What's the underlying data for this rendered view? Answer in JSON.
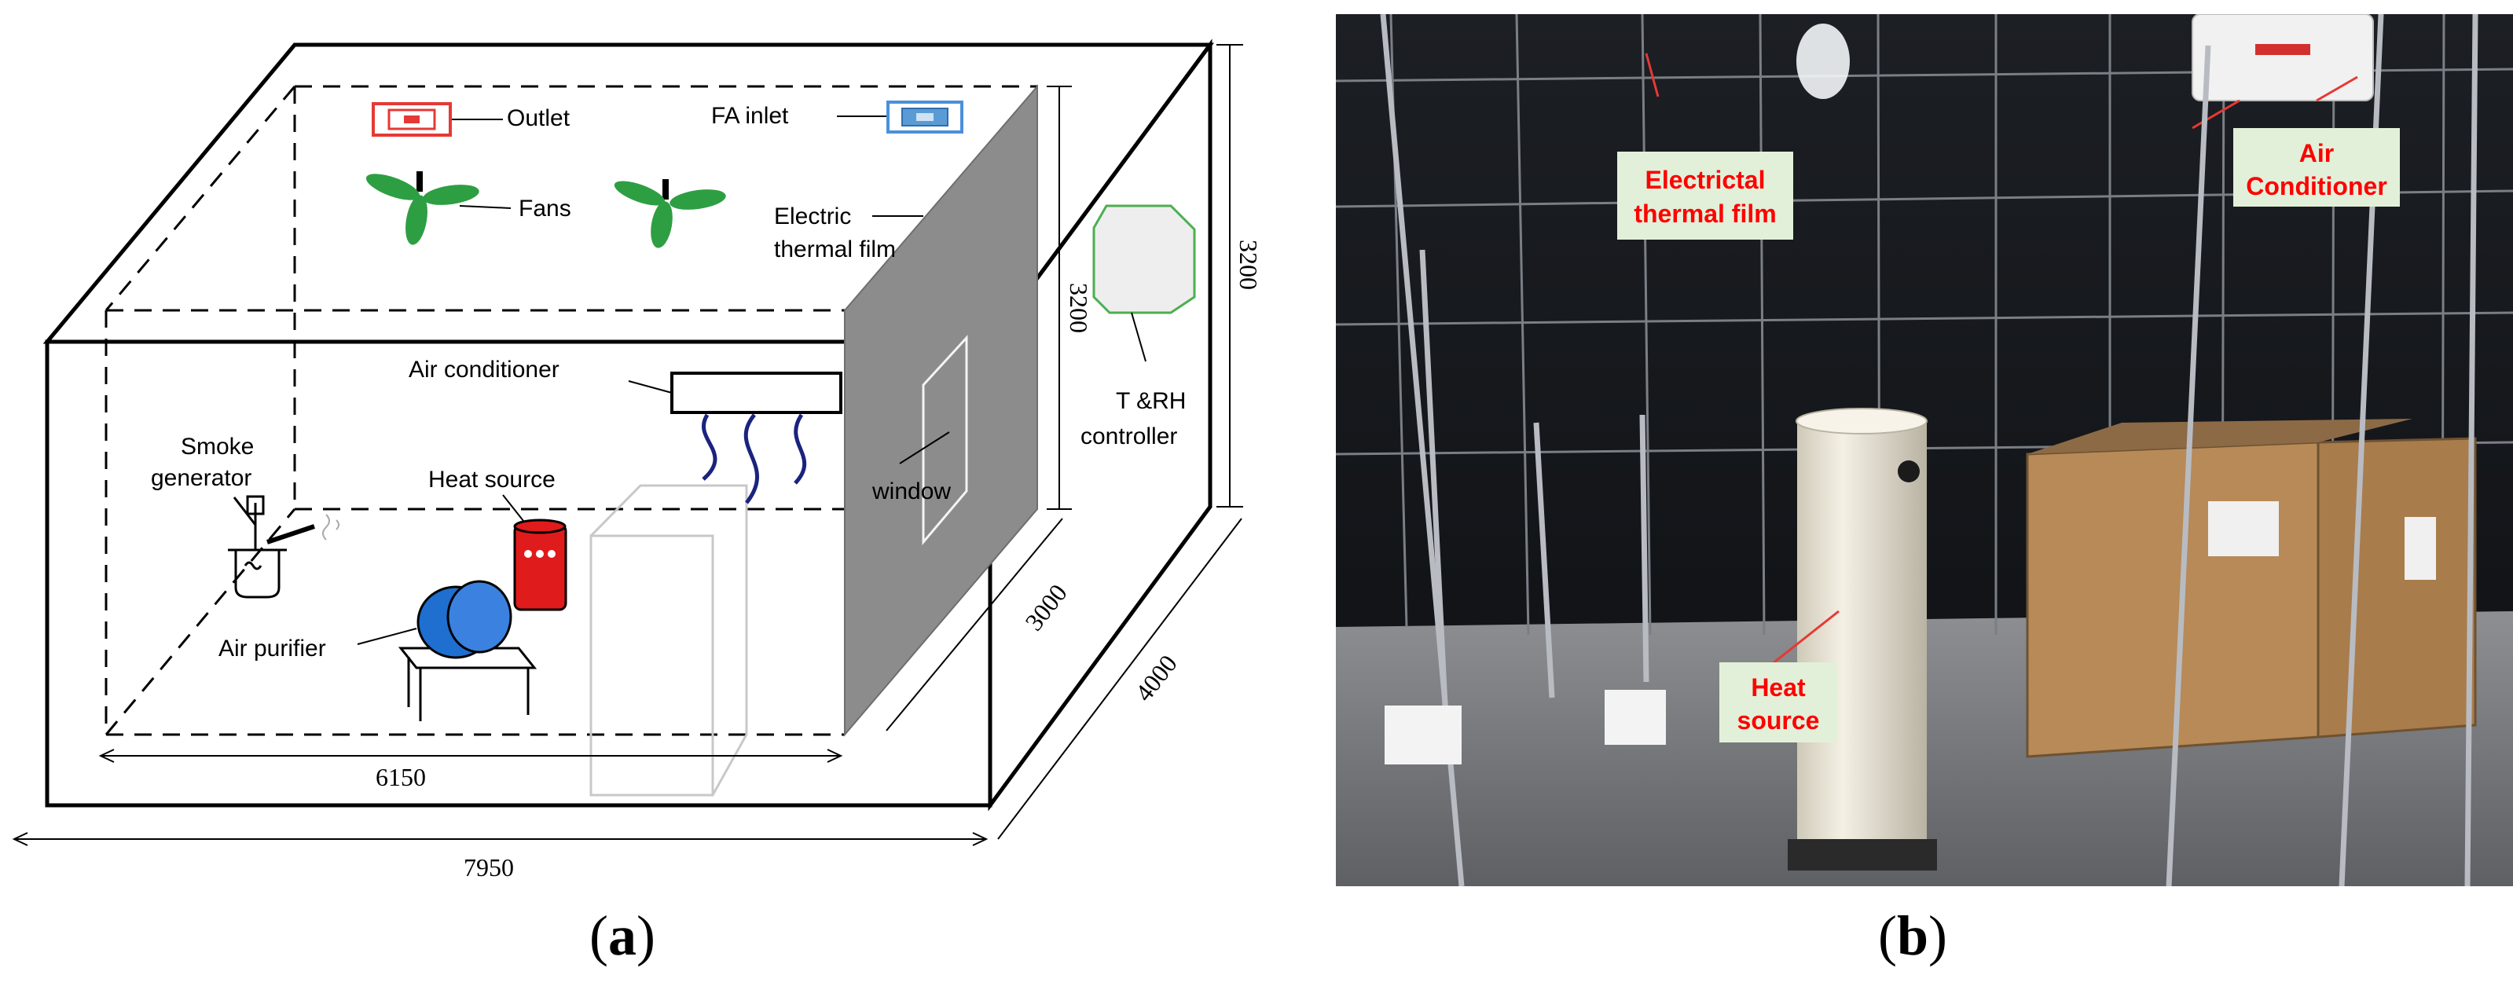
{
  "panel_a": {
    "caption": "a",
    "labels": {
      "outlet": "Outlet",
      "fa_inlet": "FA inlet",
      "fans": "Fans",
      "electric_thermal_film_line1": "Electric",
      "electric_thermal_film_line2": "thermal film",
      "air_conditioner": "Air conditioner",
      "smoke_generator_line1": "Smoke",
      "smoke_generator_line2": "generator",
      "heat_source": "Heat source",
      "air_purifier": "Air purifier",
      "window": "window",
      "controller_line1": "T &RH",
      "controller_line2": "controller"
    },
    "dimensions": {
      "inner_length": "6150",
      "outer_length": "7950",
      "inner_depth": "3000",
      "outer_depth": "4000",
      "inner_height": "3200",
      "outer_height": "3200"
    }
  },
  "panel_b": {
    "caption": "b",
    "labels": {
      "film_line1": "Electrictal",
      "film_line2": "thermal film",
      "ac_line1": "Air",
      "ac_line2": "Conditioner",
      "heat_line1": "Heat",
      "heat_line2": "source"
    },
    "colors": {
      "label_bg": "#e2f0d9",
      "label_text": "#ff0000"
    }
  }
}
